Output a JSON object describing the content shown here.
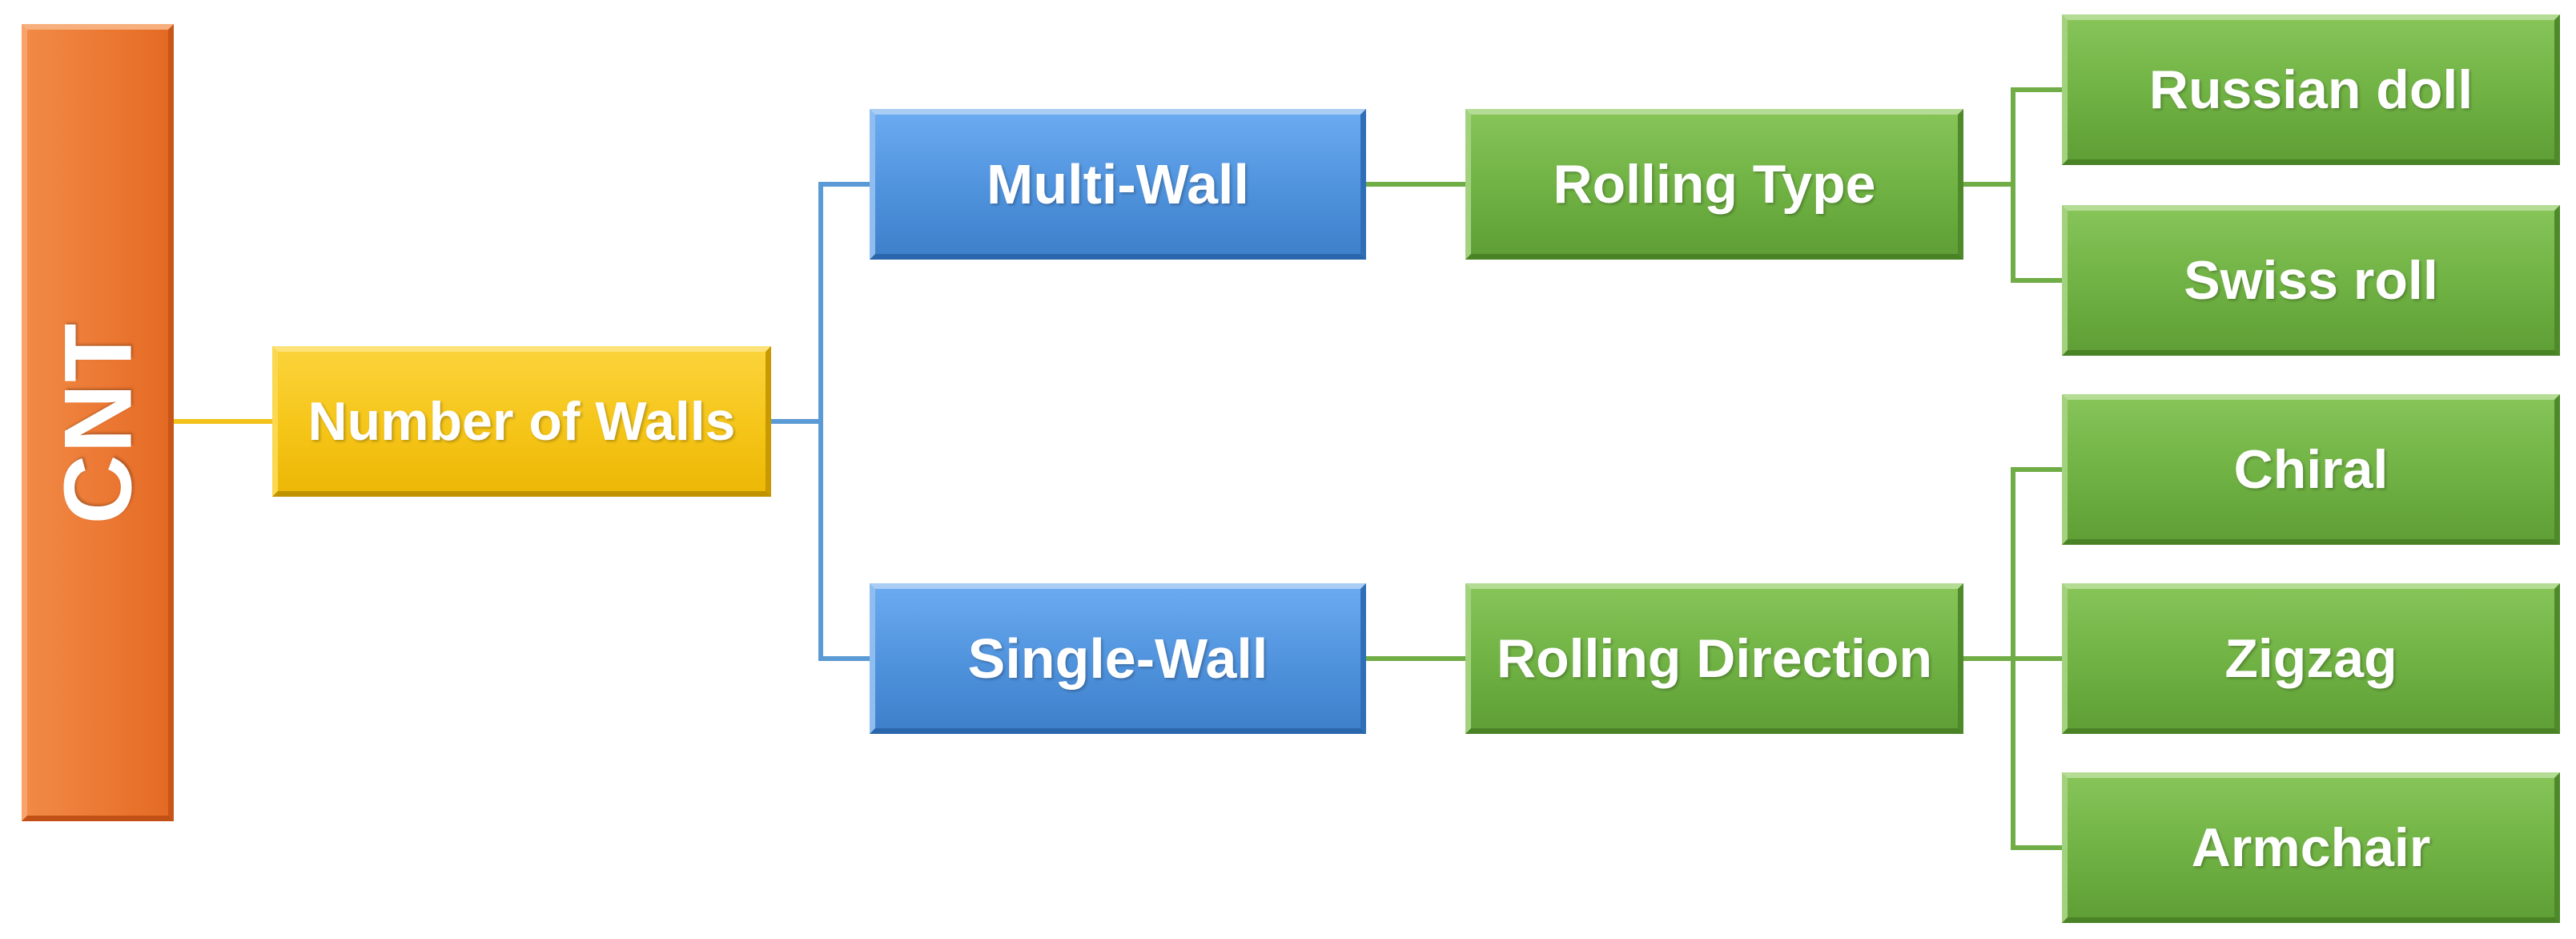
{
  "diagram": {
    "root": "CNT",
    "category": "Number of Walls",
    "wall_types": {
      "multi": "Multi-Wall",
      "single": "Single-Wall"
    },
    "multi_wall_branch": {
      "label": "Rolling Type",
      "children": [
        "Russian doll",
        "Swiss roll"
      ]
    },
    "single_wall_branch": {
      "label": "Rolling Direction",
      "children": [
        "Chiral",
        "Zigzag",
        "Armchair"
      ]
    },
    "colors": {
      "root": "#ec7a35",
      "category": "#f5c518",
      "wall_type": "#4f92dc",
      "subcategory": "#6fb143",
      "connector_category": "#f2c21b",
      "connector_wall_type": "#5b9bd5",
      "connector_subcategory": "#70ad47"
    }
  }
}
